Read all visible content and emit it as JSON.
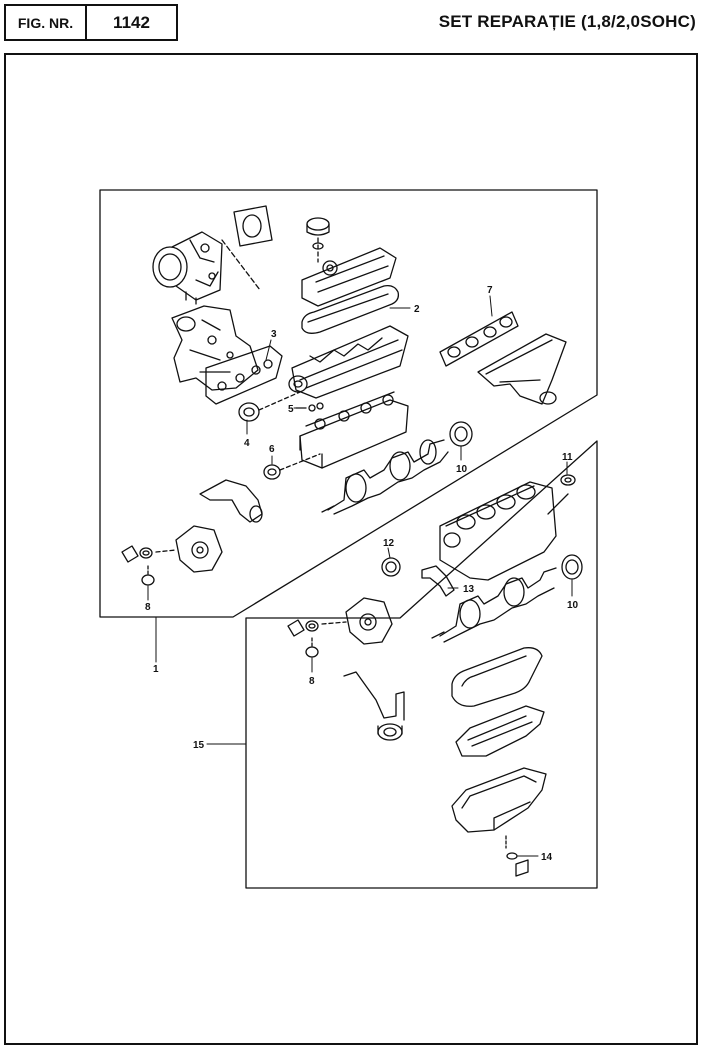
{
  "header": {
    "fig_label": "FIG. NR.",
    "fig_number": "1142",
    "title": "SET REPARAȚIE (1,8/2,0SOHC)"
  },
  "callouts": [
    "1",
    "2",
    "3",
    "4",
    "5",
    "6",
    "7",
    "8",
    "10",
    "11",
    "12",
    "13",
    "14",
    "15"
  ],
  "callouts_lower": [
    "8",
    "10"
  ]
}
